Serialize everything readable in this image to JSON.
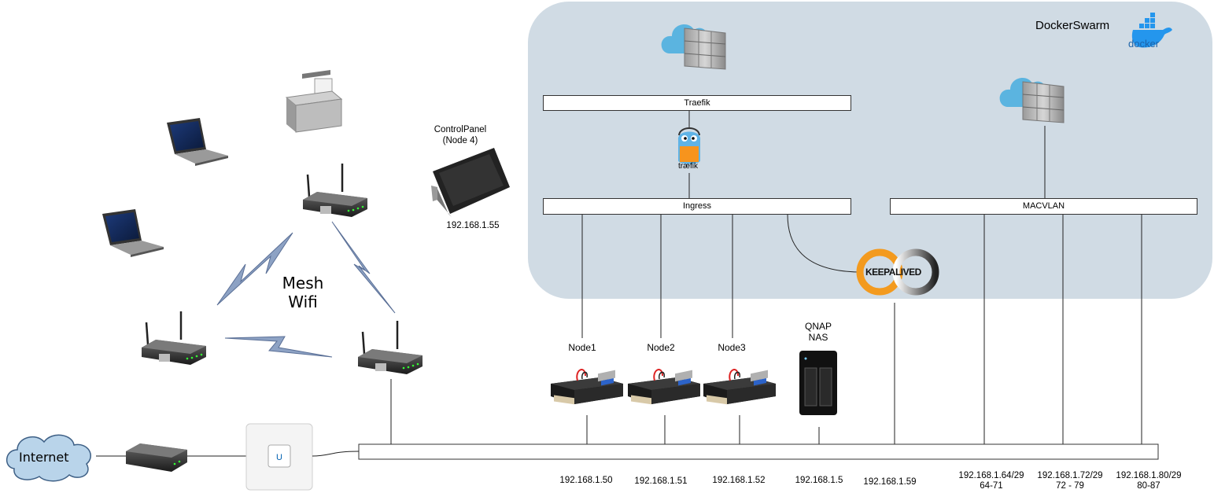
{
  "swarm": {
    "title": "DockerSwarm",
    "docker_logo_text": "docker"
  },
  "bars": {
    "traefik": "Traefik",
    "ingress": "Ingress",
    "macvlan": "MACVLAN"
  },
  "logos": {
    "traefik": "træfik",
    "keepalived": "KEEPALIVED"
  },
  "control_panel": {
    "title_line1": "ControlPanel",
    "title_line2": "(Node 4)",
    "ip": "192.168.1.55"
  },
  "mesh": {
    "line1": "Mesh",
    "line2": "Wifi"
  },
  "internet": {
    "label": "Internet"
  },
  "nodes": [
    {
      "name": "Node1",
      "ip": "192.168.1.50"
    },
    {
      "name": "Node2",
      "ip": "192.168.1.51"
    },
    {
      "name": "Node3",
      "ip": "192.168.1.52"
    }
  ],
  "nas": {
    "line1": "QNAP",
    "line2": "NAS",
    "ip": "192.168.1.5"
  },
  "keepalived_ip": "192.168.1.59",
  "macvlan_ranges": [
    {
      "subnet": "192.168.1.64/29",
      "range": "64-71"
    },
    {
      "subnet": "192.168.1.72/29",
      "range": "72 - 79"
    },
    {
      "subnet": "192.168.1.80/29",
      "range": "80-87"
    }
  ],
  "colors": {
    "swarm_bg": "#d0dbe4",
    "cloud": "#5bb4e0",
    "docker_blue": "#2496ed",
    "keepalived_orange": "#f39a1e"
  }
}
